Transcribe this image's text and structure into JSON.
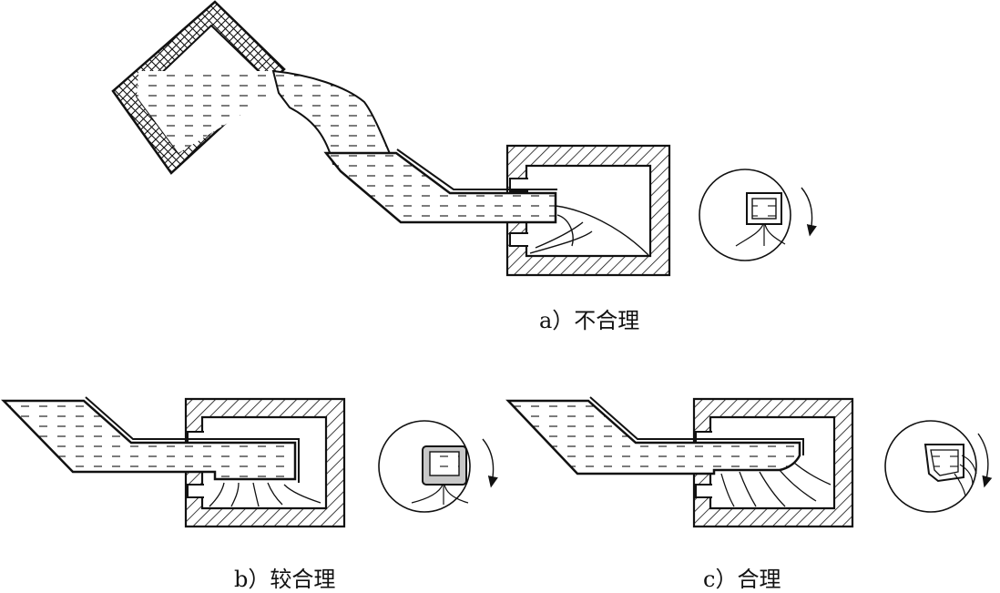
{
  "captions": {
    "a": "a）不合理",
    "b": "b）较合理",
    "c": "c）合理"
  },
  "colors": {
    "stroke": "#111111",
    "fill": "#ffffff",
    "core": "#c8c8c8"
  }
}
